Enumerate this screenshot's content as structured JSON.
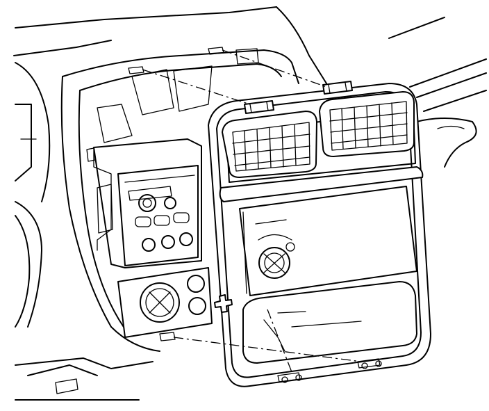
{
  "figure": {
    "kind": "exploded view line illustration",
    "colors": {
      "line": "#000000",
      "background": "#ffffff"
    },
    "components": [
      "dashboard-shell",
      "instrument-panel-bezel",
      "center-bezel",
      "air-vent-left",
      "air-vent-right",
      "radio-unit",
      "climate-control-panel",
      "mounting-clips",
      "alignment-guide-lines"
    ]
  }
}
